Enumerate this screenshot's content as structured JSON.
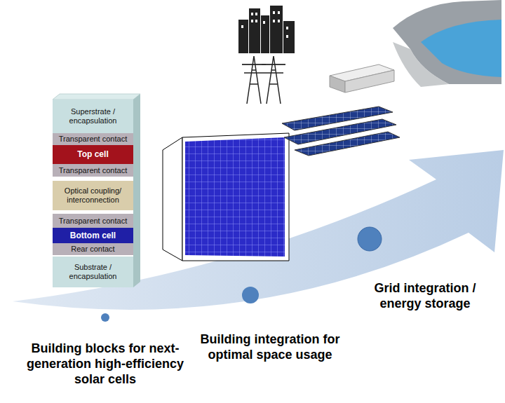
{
  "diagram": {
    "nodes": [
      {
        "text": [
          "Superstrate / encapsulation"
        ]
      },
      {
        "text": [
          "Transparent contact"
        ]
      },
      {
        "text": [
          "Top cell"
        ]
      },
      {
        "text": [
          "Transparent contact"
        ]
      },
      {
        "text": [
          "Optical coupling/ interconnection"
        ]
      },
      {
        "text": [
          "Transparent contact"
        ]
      },
      {
        "text": [
          "Bottom cell"
        ]
      },
      {
        "text": [
          "Rear contact"
        ]
      },
      {
        "text": [
          "Substrate / encapsulation"
        ]
      }
    ],
    "labels": [
      "Building blocks for next-generation high-efficiency solar cells",
      "Building integration for optimal space usage",
      "Grid integration / energy storage"
    ]
  }
}
